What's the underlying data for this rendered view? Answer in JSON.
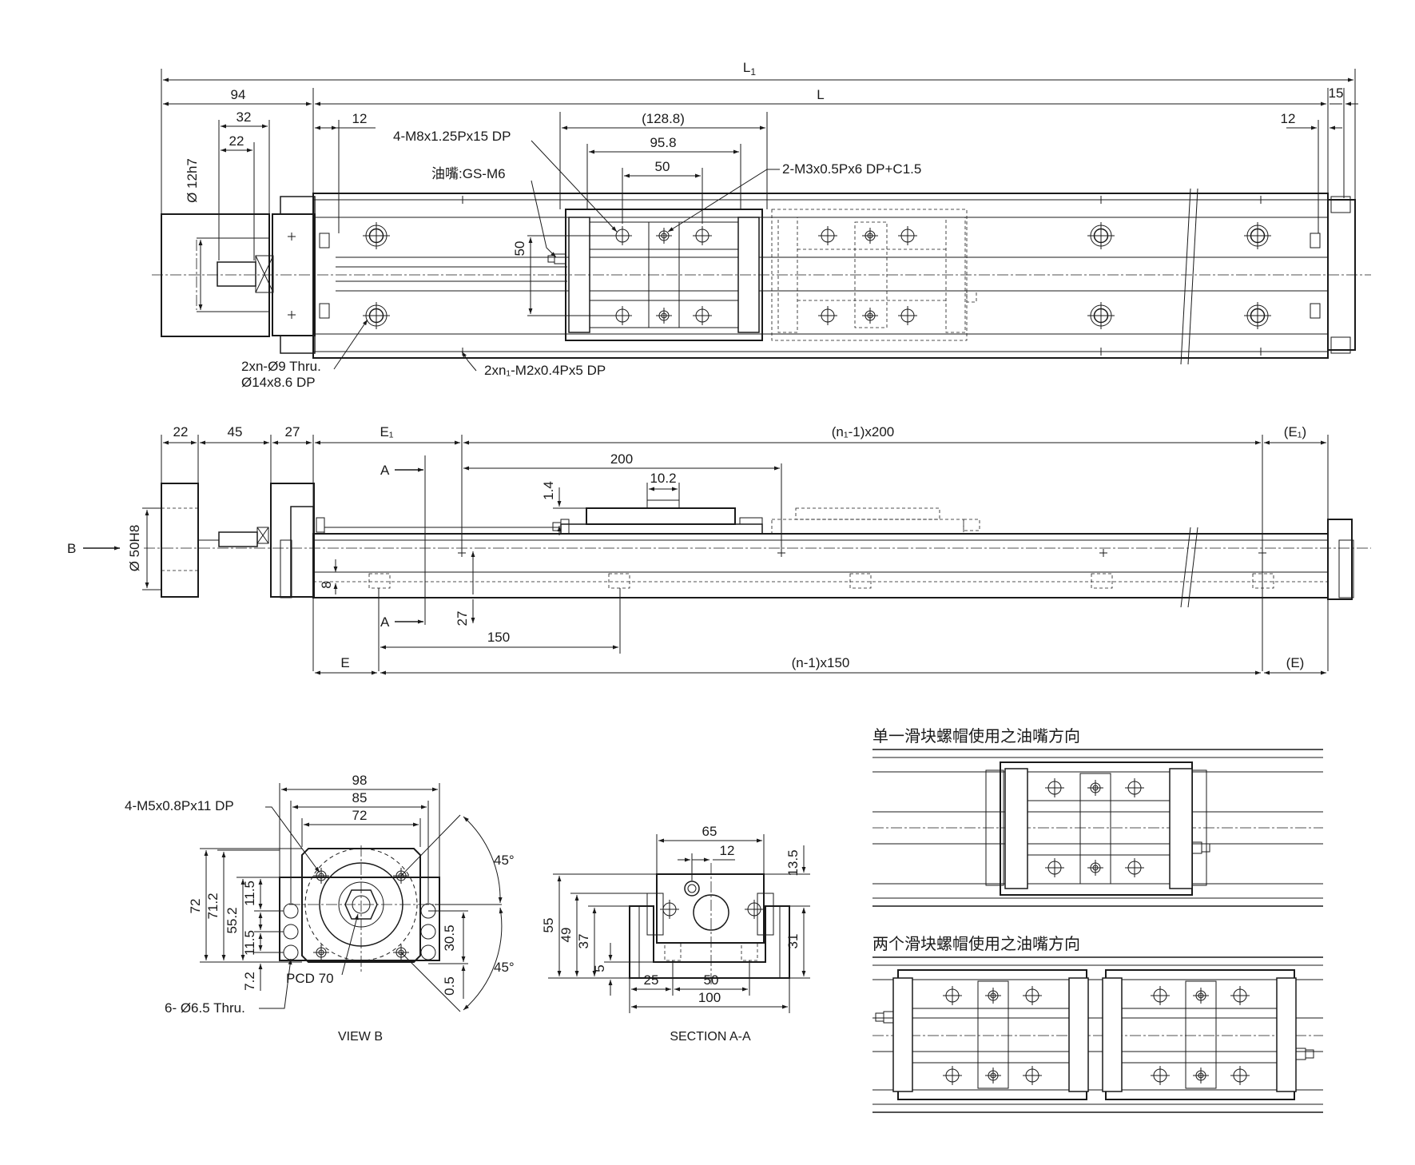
{
  "top_view": {
    "dims": {
      "l1": "L",
      "l1_sub": "1",
      "l": "L",
      "d15": "15",
      "d94": "94",
      "d32": "32",
      "d22": "22",
      "d12_left": "12",
      "d128": "(128.8)",
      "d95": "95.8",
      "d50": "50",
      "d50_v": "50",
      "d12_right": "12",
      "shaft": "Ø 12h7"
    },
    "callouts": {
      "tap_block": "4-M8x1.25Px15 DP",
      "grease": "油嘴:GS-M6",
      "tap_center": "2-M3x0.5Px6 DP+C1.5",
      "holes_line1": "2xn-Ø9 Thru.",
      "holes_line2": "Ø14x8.6 DP",
      "taps_side": "2xn₁-M2x0.4Px5 DP"
    }
  },
  "side_view": {
    "dims": {
      "d22": "22",
      "d45": "45",
      "d27": "27",
      "e1": "E₁",
      "pitch200": "(n₁-1)x200",
      "e1_paren": "(E₁)",
      "d200": "200",
      "d10_2": "10.2",
      "d1_4": "1.4",
      "d8": "8",
      "d27_v": "27",
      "d150": "150",
      "e": "E",
      "pitch150": "(n-1)x150",
      "e_paren": "(E)",
      "bore": "Ø 50H8"
    },
    "markers": {
      "view_b": "B",
      "section_a_top": "A",
      "section_a_bottom": "A"
    }
  },
  "view_b": {
    "caption": "VIEW B",
    "dims": {
      "w98": "98",
      "w85": "85",
      "w72": "72",
      "h72": "72",
      "h71_2": "71.2",
      "h55_2": "55.2",
      "h11_5a": "11.5",
      "h11_5b": "11.5",
      "h7_2": "7.2",
      "h30_5": "30.5",
      "h0_5": "0.5",
      "ang_top": "45°",
      "ang_bottom": "45°",
      "pcd": "PCD 70"
    },
    "callouts": {
      "tap": "4-M5x0.8Px11 DP",
      "thru": "6- Ø6.5 Thru."
    }
  },
  "section_aa": {
    "caption": "SECTION A-A",
    "dims": {
      "w65": "65",
      "w12": "12",
      "h13_5": "13.5",
      "h55": "55",
      "h49": "49",
      "h37": "37",
      "h5": "5",
      "h31": "31",
      "w25": "25",
      "w50": "50",
      "w100": "100"
    }
  },
  "panels": {
    "single_title": "单一滑块螺帽使用之油嘴方向",
    "double_title": "两个滑块螺帽使用之油嘴方向"
  }
}
